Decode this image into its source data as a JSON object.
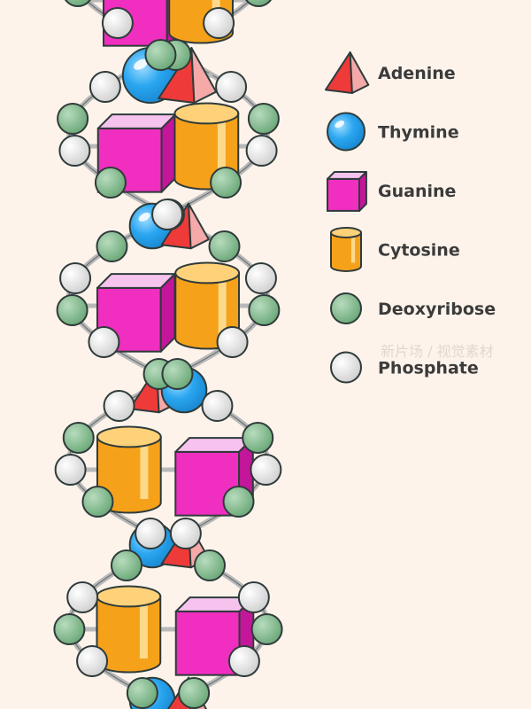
{
  "legend": [
    {
      "key": "adenine",
      "label": "Adenine",
      "shape": "pyramid",
      "color": "#ef3a3a",
      "light": "#f5a9a9"
    },
    {
      "key": "thymine",
      "label": "Thymine",
      "shape": "sphere",
      "color": "#2aa6f0",
      "light": "#bfe6ff"
    },
    {
      "key": "guanine",
      "label": "Guanine",
      "shape": "cube",
      "color": "#f02ec0",
      "light": "#f6c3ef"
    },
    {
      "key": "cytosine",
      "label": "Cytosine",
      "shape": "cylinder",
      "color": "#f6a11a",
      "light": "#ffd27a"
    },
    {
      "key": "deoxyribose",
      "label": "Deoxyribose",
      "shape": "ball",
      "color": "#7fba8a",
      "light": "#a9d5b2"
    },
    {
      "key": "phosphate",
      "label": "Phosphate",
      "shape": "ball",
      "color": "#e7e7e7",
      "light": "#ffffff"
    }
  ],
  "watermark": "新片场 / 视觉素材"
}
